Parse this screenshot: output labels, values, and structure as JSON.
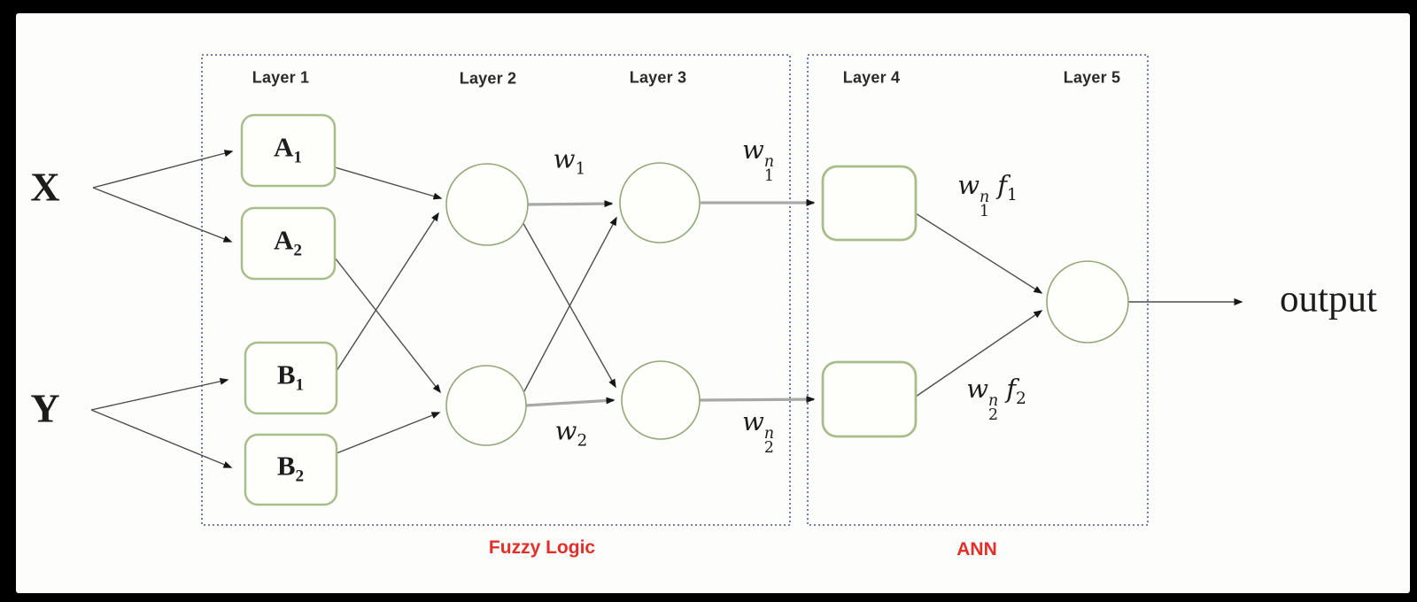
{
  "diagram": {
    "inputs": {
      "x": "X",
      "y": "Y"
    },
    "layer_labels": [
      "Layer 1",
      "Layer 2",
      "Layer 3",
      "Layer 4",
      "Layer 5"
    ],
    "nodes": {
      "a1": {
        "base": "A",
        "sub": "1"
      },
      "a2": {
        "base": "A",
        "sub": "2"
      },
      "b1": {
        "base": "B",
        "sub": "1"
      },
      "b2": {
        "base": "B",
        "sub": "2"
      }
    },
    "edge_labels": {
      "w1": {
        "base": "w",
        "sub": "1"
      },
      "w2": {
        "base": "w",
        "sub": "2"
      },
      "w1n": {
        "base": "w",
        "sub": "1",
        "sup": "n"
      },
      "w2n": {
        "base": "w",
        "sub": "2",
        "sup": "n"
      },
      "w1nf1": {
        "base": "w",
        "sub": "1",
        "sup": "n",
        "fbase": "f",
        "fsub": "1"
      },
      "w2nf2": {
        "base": "w",
        "sub": "2",
        "sup": "n",
        "fbase": "f",
        "fsub": "2"
      }
    },
    "sections": {
      "fuzzy": "Fuzzy Logic",
      "ann": "ANN"
    },
    "output_label": "output",
    "colors": {
      "node_border": "#a9bd8a",
      "circle_border": "#93a878",
      "section_border": "#5f6da3",
      "section_label": "#e42e28",
      "thick_line": "#a8a8a8",
      "thin_line": "#4d4d4d"
    }
  }
}
